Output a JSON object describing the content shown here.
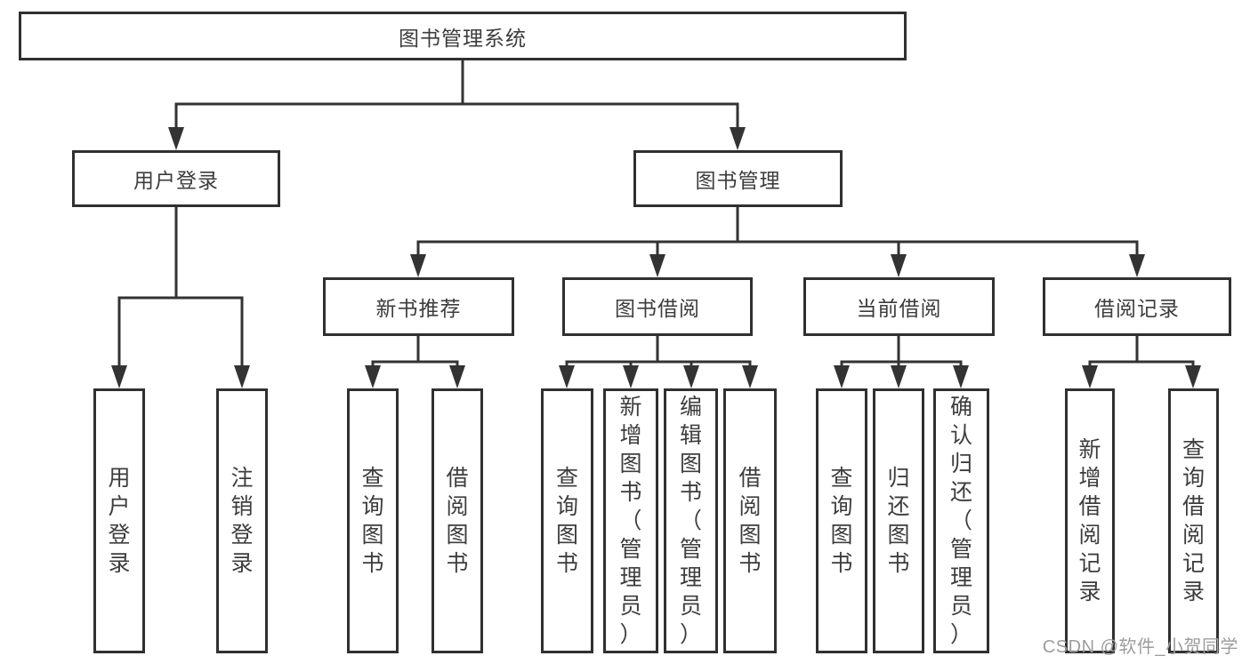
{
  "nodes": {
    "root": {
      "label": "图书管理系统"
    },
    "user_login_module": {
      "label": "用户登录"
    },
    "book_management": {
      "label": "图书管理"
    },
    "login": {
      "label": "用户登录"
    },
    "logout": {
      "label": "注销登录"
    },
    "new_book_recommend": {
      "label": "新书推荐"
    },
    "book_borrowing": {
      "label": "图书借阅"
    },
    "current_borrowing": {
      "label": "当前借阅"
    },
    "borrowing_records": {
      "label": "借阅记录"
    },
    "nbr_query_books": {
      "label": "查询图书"
    },
    "nbr_borrow_books": {
      "label": "借阅图书"
    },
    "bb_query_books": {
      "label": "查询图书"
    },
    "bb_add_books": {
      "label": "新增图书（管理员）"
    },
    "bb_edit_books": {
      "label": "编辑图书（管理员）"
    },
    "bb_borrow_books": {
      "label": "借阅图书"
    },
    "cb_query_books": {
      "label": "查询图书"
    },
    "cb_return_books": {
      "label": "归还图书"
    },
    "cb_confirm_return": {
      "label": "确认归还（管理员）"
    },
    "br_add_record": {
      "label": "新增借阅记录"
    },
    "br_query_record": {
      "label": "查询借阅记录"
    }
  },
  "watermark": {
    "text": "CSDN @软件_小贺同学"
  },
  "colors": {
    "line": "#333333",
    "box_border": "#303030",
    "text": "#3d3d3d",
    "background": "#ffffff",
    "watermark": "#9d9d9d"
  }
}
